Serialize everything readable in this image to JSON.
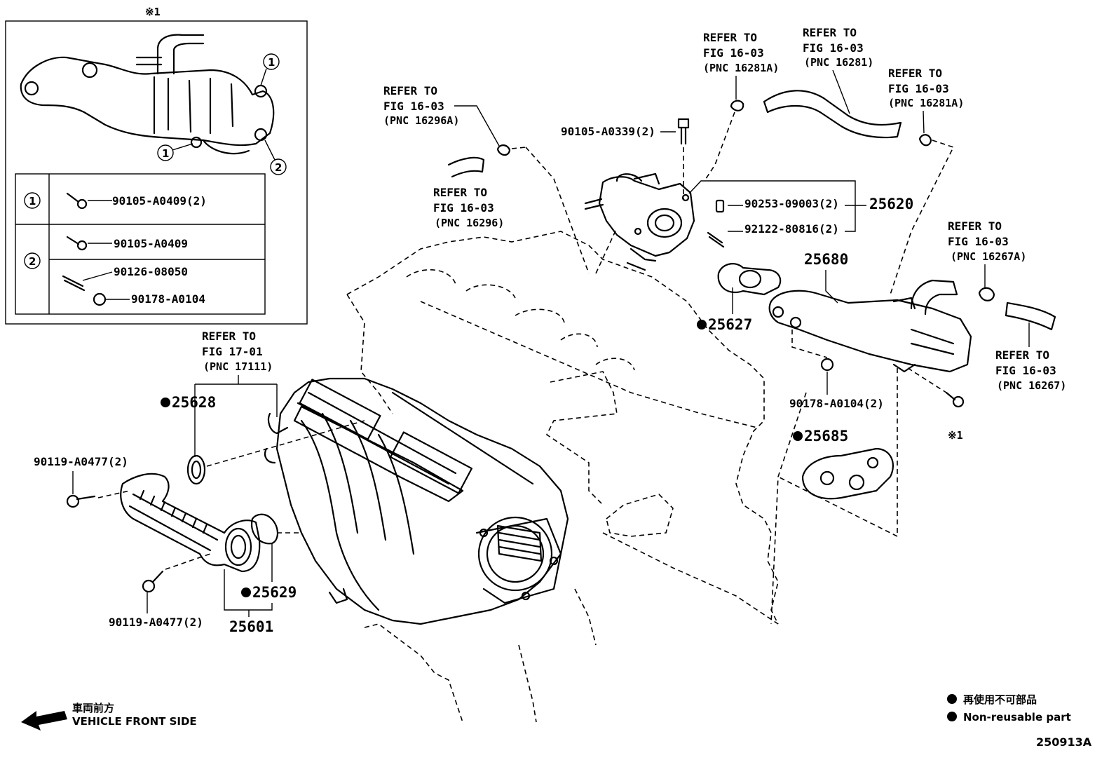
{
  "inset": {
    "marker": "※1",
    "table": [
      {
        "key": "1",
        "parts": [
          "90105-A0409(2)"
        ]
      },
      {
        "key": "2",
        "parts": [
          "90105-A0409",
          "90126-08050",
          "90178-A0104"
        ]
      }
    ]
  },
  "refs": [
    {
      "lines": [
        "REFER TO",
        "FIG 16-03",
        "(PNC 16296A)"
      ]
    },
    {
      "lines": [
        "REFER TO",
        "FIG 16-03",
        "(PNC 16296)"
      ]
    },
    {
      "lines": [
        "REFER TO",
        "FIG 16-03",
        "(PNC 16281A)"
      ]
    },
    {
      "lines": [
        "REFER TO",
        "FIG 16-03",
        "(PNC 16281)"
      ]
    },
    {
      "lines": [
        "REFER TO",
        "FIG 16-03",
        "(PNC 16281A)"
      ]
    },
    {
      "lines": [
        "REFER TO",
        "FIG 16-03",
        "(PNC 16267A)"
      ]
    },
    {
      "lines": [
        "REFER TO",
        "FIG 16-03",
        "(PNC 16267)"
      ]
    },
    {
      "lines": [
        "REFER TO",
        "FIG 17-01",
        "(PNC 17111)"
      ]
    }
  ],
  "parts": {
    "p90105_A0339": "90105-A0339(2)",
    "p90253": "90253-09003(2)",
    "p92122": "92122-80816(2)",
    "p25620": "25620",
    "p25680": "25680",
    "p25627": "25627",
    "p90178": "90178-A0104(2)",
    "p25685": "25685",
    "star1": "※1",
    "p25628": "25628",
    "p90119_top": "90119-A0477(2)",
    "p90119_bottom": "90119-A0477(2)",
    "p25629": "25629",
    "p25601": "25601"
  },
  "direction": {
    "jp": "車両前方",
    "en": "VEHICLE FRONT SIDE"
  },
  "legend": {
    "jp": "再使用不可部品",
    "en": "Non-reusable part"
  },
  "figure_id": "250913A"
}
